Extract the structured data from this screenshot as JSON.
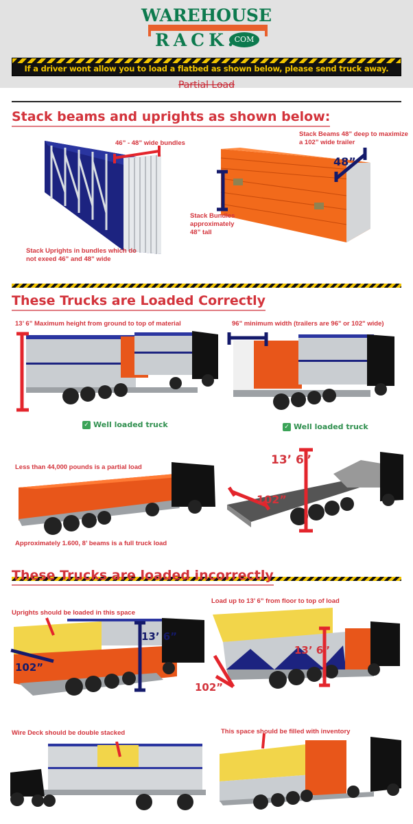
{
  "logo": {
    "line1": "WAREHOUSE",
    "line2": "RACK.",
    "badge": "COM"
  },
  "banner": {
    "text": "If a driver wont allow you to load a flatbed as shown below, please send truck away."
  },
  "strikethrough": "Partial Load",
  "colors": {
    "red": "#d3333b",
    "green": "#0d7a4e",
    "orange": "#e8602c",
    "navy": "#141a6b",
    "hazard_yellow": "#f2c500"
  },
  "section1": {
    "title": "Stack beams and uprights as shown below:",
    "uprights_width_label": "46” - 48” wide bundles",
    "uprights_caption": "Stack Uprights in bundles which do not exeed 46” and 48” wide",
    "beams_caption": "Stack Beams 48” deep to maximize a 102” wide trailer",
    "beams_depth": "48”",
    "bundles_caption": "Stack Bundles approximately 48” tall"
  },
  "section2": {
    "title": "These Trucks are Loaded Correctly",
    "truck1_caption": "13’ 6” Maximum height from ground to top of material",
    "truck1_status": "Well loaded truck",
    "truck2_caption": "96\" minimum width  (trailers are 96\" or 102\" wide)",
    "truck2_status": "Well loaded truck",
    "truck3_caption_top": "Less than 44,000 pounds is a partial load",
    "truck3_caption_bottom": "Approximately 1.600, 8’ beams is a full truck load",
    "truck4_height": "13’ 6”",
    "truck4_width": "102”"
  },
  "section3": {
    "title": "These Trucks are loaded incorrectly",
    "truck1_caption": "Uprights should be loaded in this space",
    "truck1_height": "13’ 6”",
    "truck1_width": "102”",
    "truck2_caption": "Load up to 13’ 6” from floor to top of load",
    "truck2_height": "13’ 6”",
    "truck2_width": "102”",
    "truck3_caption": "Wire Deck should be double stacked",
    "truck4_caption": "This space should be filled with inventory"
  }
}
